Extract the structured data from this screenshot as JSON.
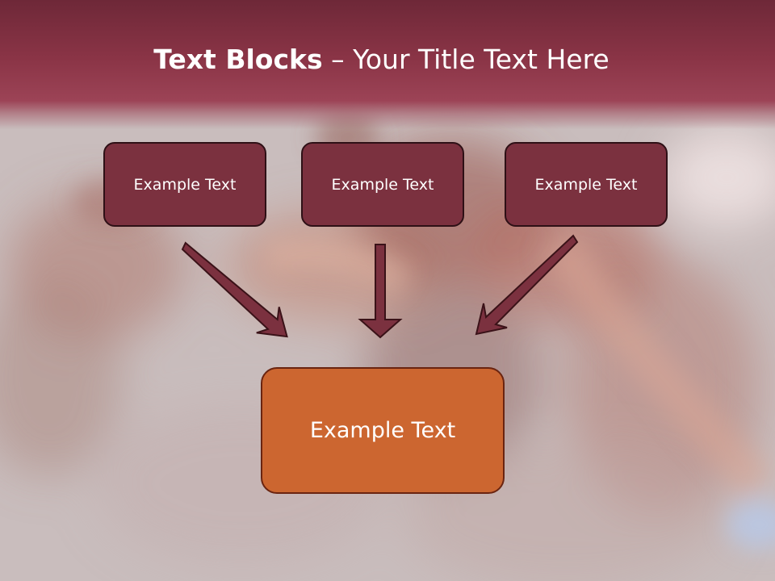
{
  "slide": {
    "title_bold": "Text Blocks",
    "title_rest": " – Your Title Text Here"
  },
  "blocks": {
    "top": [
      {
        "text": "Example Text"
      },
      {
        "text": "Example Text"
      },
      {
        "text": "Example Text"
      }
    ],
    "bottom": {
      "text": "Example Text"
    }
  },
  "colors": {
    "title_band": "#8a3446",
    "top_block_fill": "#7b313f",
    "bottom_block_fill": "#cc6630",
    "arrow_fill": "#7b313f",
    "background": "#c8bcbc"
  }
}
